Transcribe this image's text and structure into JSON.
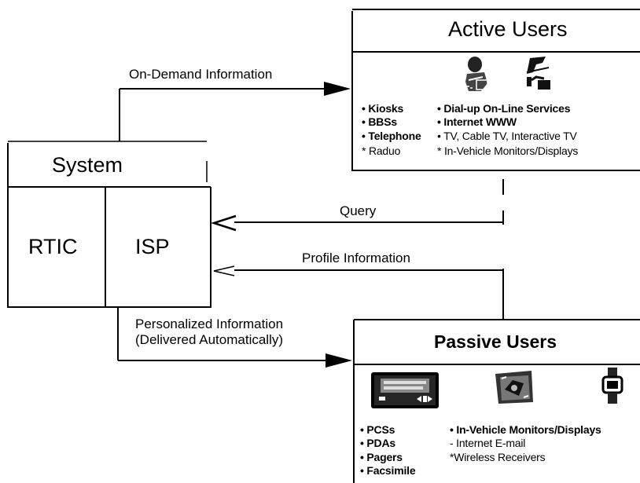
{
  "system": {
    "title": "System",
    "rtic_label": "RTIC",
    "isp_label": "ISP"
  },
  "active_users": {
    "title": "Active Users",
    "left_items": [
      "• Kiosks",
      "• BBSs",
      "• Telephone",
      "* Raduo"
    ],
    "right_items": [
      "• Dial-up On-Line Services",
      "• Internet WWW",
      "• TV, Cable TV, Interactive TV",
      "* In-Vehicle Monitors/Displays"
    ]
  },
  "passive_users": {
    "title": "Passive Users",
    "left_items": [
      "• PCSs",
      "• PDAs",
      "• Pagers",
      "• Facsimile"
    ],
    "right_items": [
      "• In-Vehicle Monitors/Displays",
      "- Internet  E-mail",
      "*Wireless Receivers"
    ]
  },
  "flows": {
    "on_demand": "On-Demand Information",
    "query": "Query",
    "profile": "Profile  Information",
    "personalized_line1": "Personalized Information",
    "personalized_line2": "(Delivered   Automatically)"
  },
  "icons": {
    "active_left": "person-at-kiosk-icon",
    "active_right": "computer-terminal-icon",
    "passive_left": "pager-device-icon",
    "passive_middle": "in-vehicle-display-icon",
    "passive_right": "wristwatch-receiver-icon"
  }
}
